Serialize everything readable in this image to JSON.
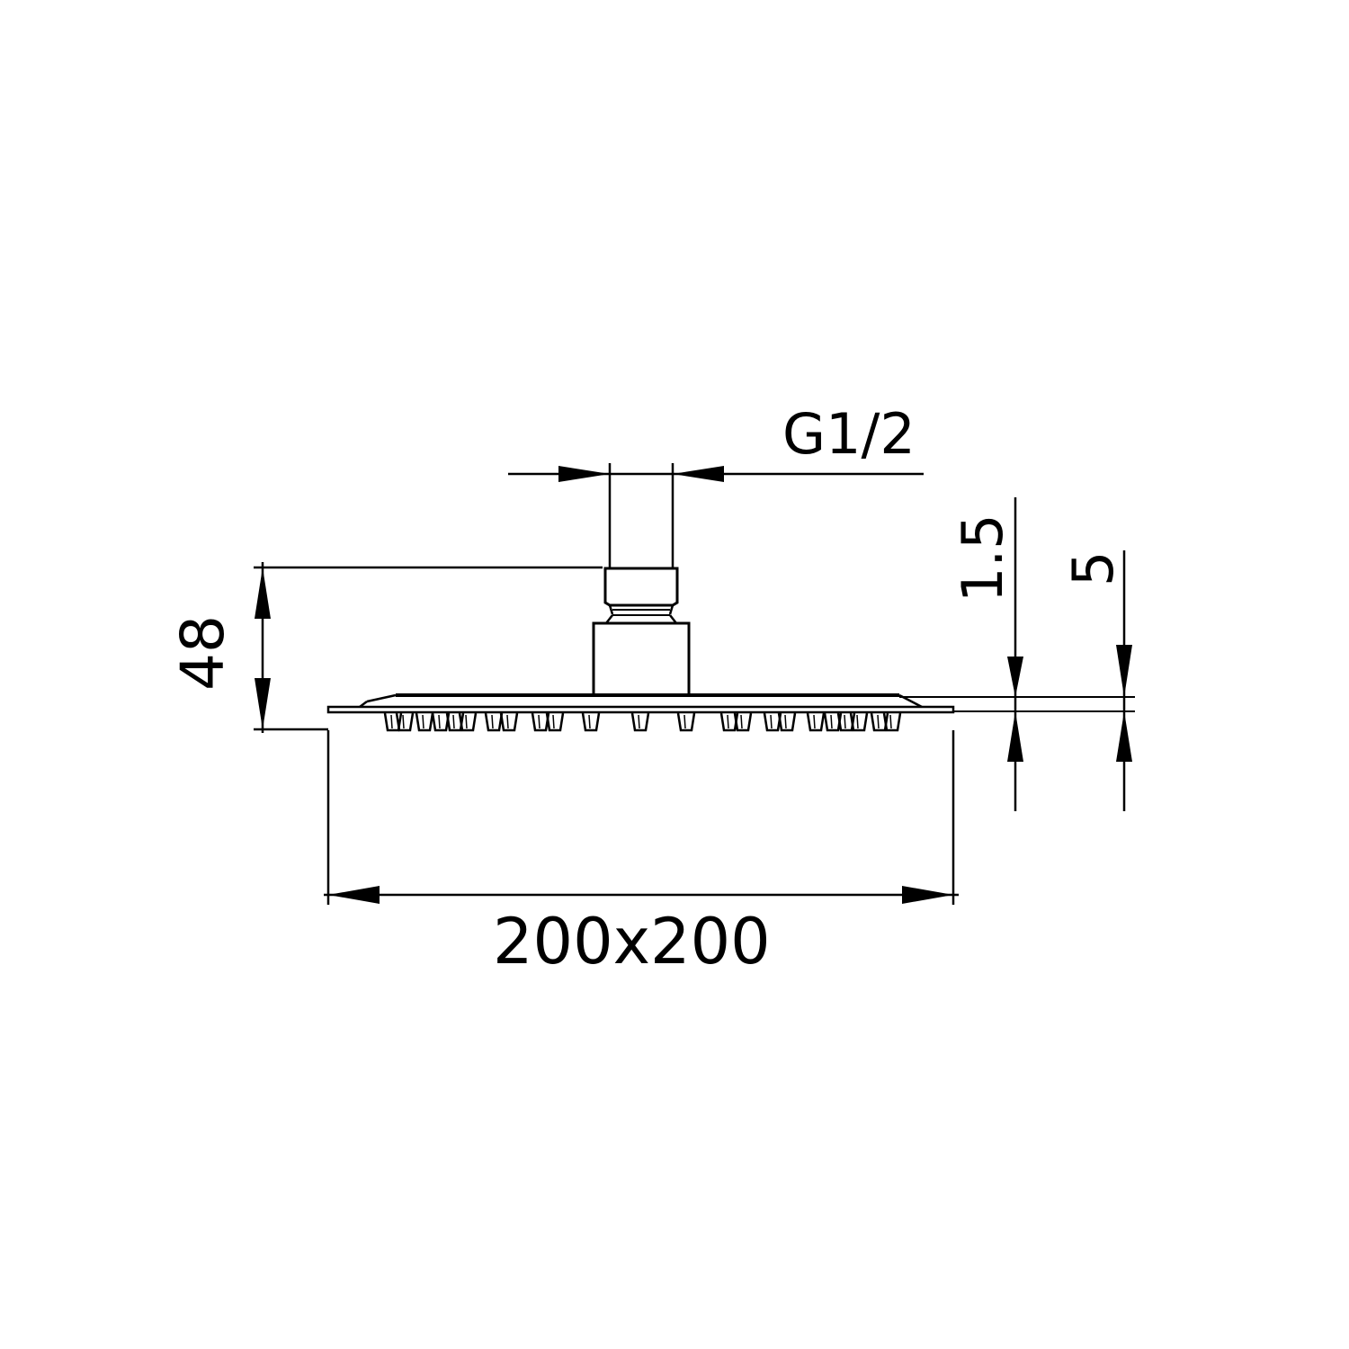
{
  "drawing": {
    "subject": "Square rain shower head, side elevation",
    "line_color": "#000000",
    "background": "#ffffff",
    "dimensions": {
      "thread": {
        "label": "G1/2"
      },
      "height": {
        "label": "48"
      },
      "plate_thickness": {
        "label": "1.5"
      },
      "edge_thickness": {
        "label": "5"
      },
      "width": {
        "label": "200x200"
      }
    }
  }
}
